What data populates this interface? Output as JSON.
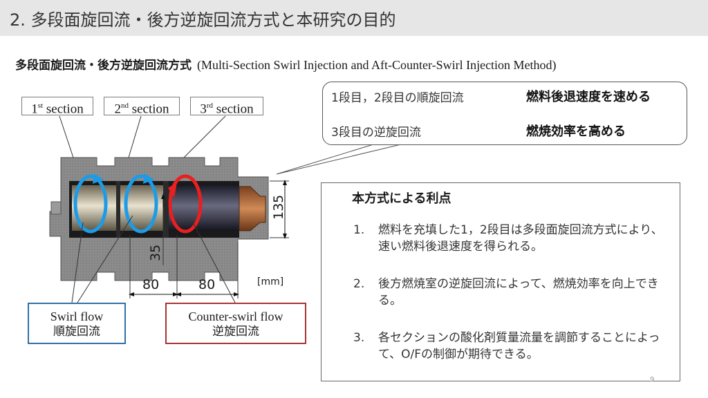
{
  "slide": {
    "title": "2. 多段面旋回流・後方逆旋回流方式と本研究の目的",
    "page_number": "9"
  },
  "subtitle": {
    "jp": "多段面旋回流・後方逆旋回流方式",
    "en": "(Multi-Section Swirl Injection and Aft-Counter-Swirl Injection Method)"
  },
  "sections": [
    {
      "num": "1",
      "sup": "st",
      "word": "section"
    },
    {
      "num": "2",
      "sup": "nd",
      "word": "section"
    },
    {
      "num": "3",
      "sup": "rd",
      "word": "section"
    }
  ],
  "callout": {
    "row1_label": "1段目，2段目の順旋回流",
    "row1_result": "燃料後退速度を速める",
    "row2_label": "3段目の逆旋回流",
    "row2_result": "燃焼効率を高める"
  },
  "advantages": {
    "title": "本方式による利点",
    "items": [
      {
        "num": "1.",
        "text": "燃料を充填した1，2段目は多段面旋回流方式により、速い燃料後退速度を得られる。"
      },
      {
        "num": "2.",
        "text": "後方燃焼室の逆旋回流によって、燃焼効率を向上できる。"
      },
      {
        "num": "3.",
        "text": "各セクションの酸化剤質量流量を調節することによって、O/Fの制御が期待できる。"
      }
    ]
  },
  "flows": {
    "swirl_en": "Swirl flow",
    "swirl_jp": "順旋回流",
    "counter_en": "Counter-swirl flow",
    "counter_jp": "逆旋回流"
  },
  "dimensions": {
    "unit": "[mm]",
    "dim_135": "135",
    "dim_35": "35",
    "dim_80a": "80",
    "dim_80b": "80"
  },
  "colors": {
    "swirl_arrow": "#1e9be6",
    "counter_arrow": "#e82020",
    "blue_arrow": "#3a6fc0",
    "swirl_box_border": "#2e6fa8",
    "counter_box_border": "#a83232"
  }
}
